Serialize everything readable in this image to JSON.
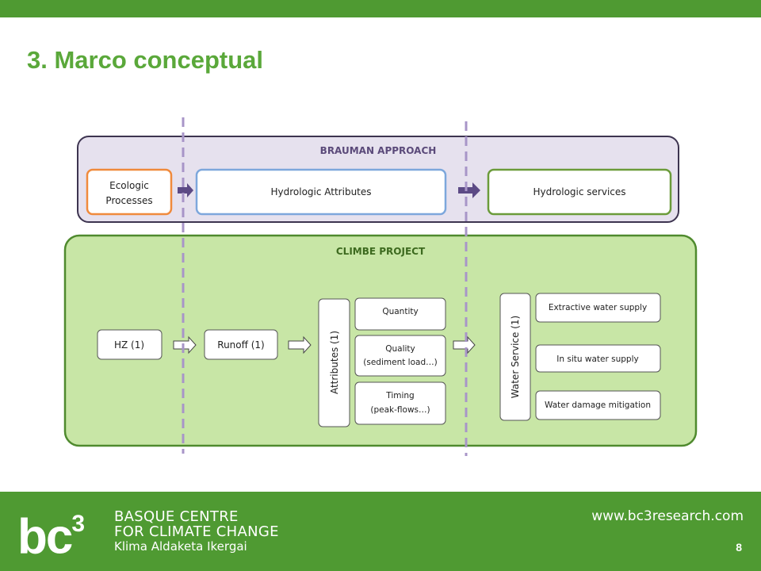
{
  "slide": {
    "title": "3. Marco conceptual",
    "page_number": "8"
  },
  "colors": {
    "green_bar": "#4f9a32",
    "title_green": "#5aa83a",
    "brauman_fill": "#e6e1ee",
    "climbe_fill": "#c8e6a6",
    "dashed_line": "#a895c8",
    "arrow_purple": "#5c4a85"
  },
  "diagram": {
    "brauman": {
      "header": "BRAUMAN APPROACH",
      "ecologic": [
        "Ecologic",
        "Processes"
      ],
      "attributes": "Hydrologic Attributes",
      "services": "Hydrologic services"
    },
    "climbe": {
      "header": "CLIMBE PROJECT",
      "hz": "HZ (1)",
      "runoff": "Runoff (1)",
      "attributes_vertical": "Attributes (1)",
      "quantity": "Quantity",
      "quality": [
        "Quality",
        "(sediment load…)"
      ],
      "timing": [
        "Timing",
        "(peak-flows…)"
      ],
      "water_service_vertical": "Water Service (1)",
      "extractive": "Extractive water supply",
      "in_situ": "In situ water supply",
      "damage": "Water damage mitigation"
    }
  },
  "footer": {
    "logo_text": "bc",
    "logo_superscript": "3",
    "org_line1": "BASQUE CENTRE",
    "org_line2": "FOR CLIMATE CHANGE",
    "org_line3": "Klima Aldaketa Ikergai",
    "website": "www.bc3research.com"
  }
}
